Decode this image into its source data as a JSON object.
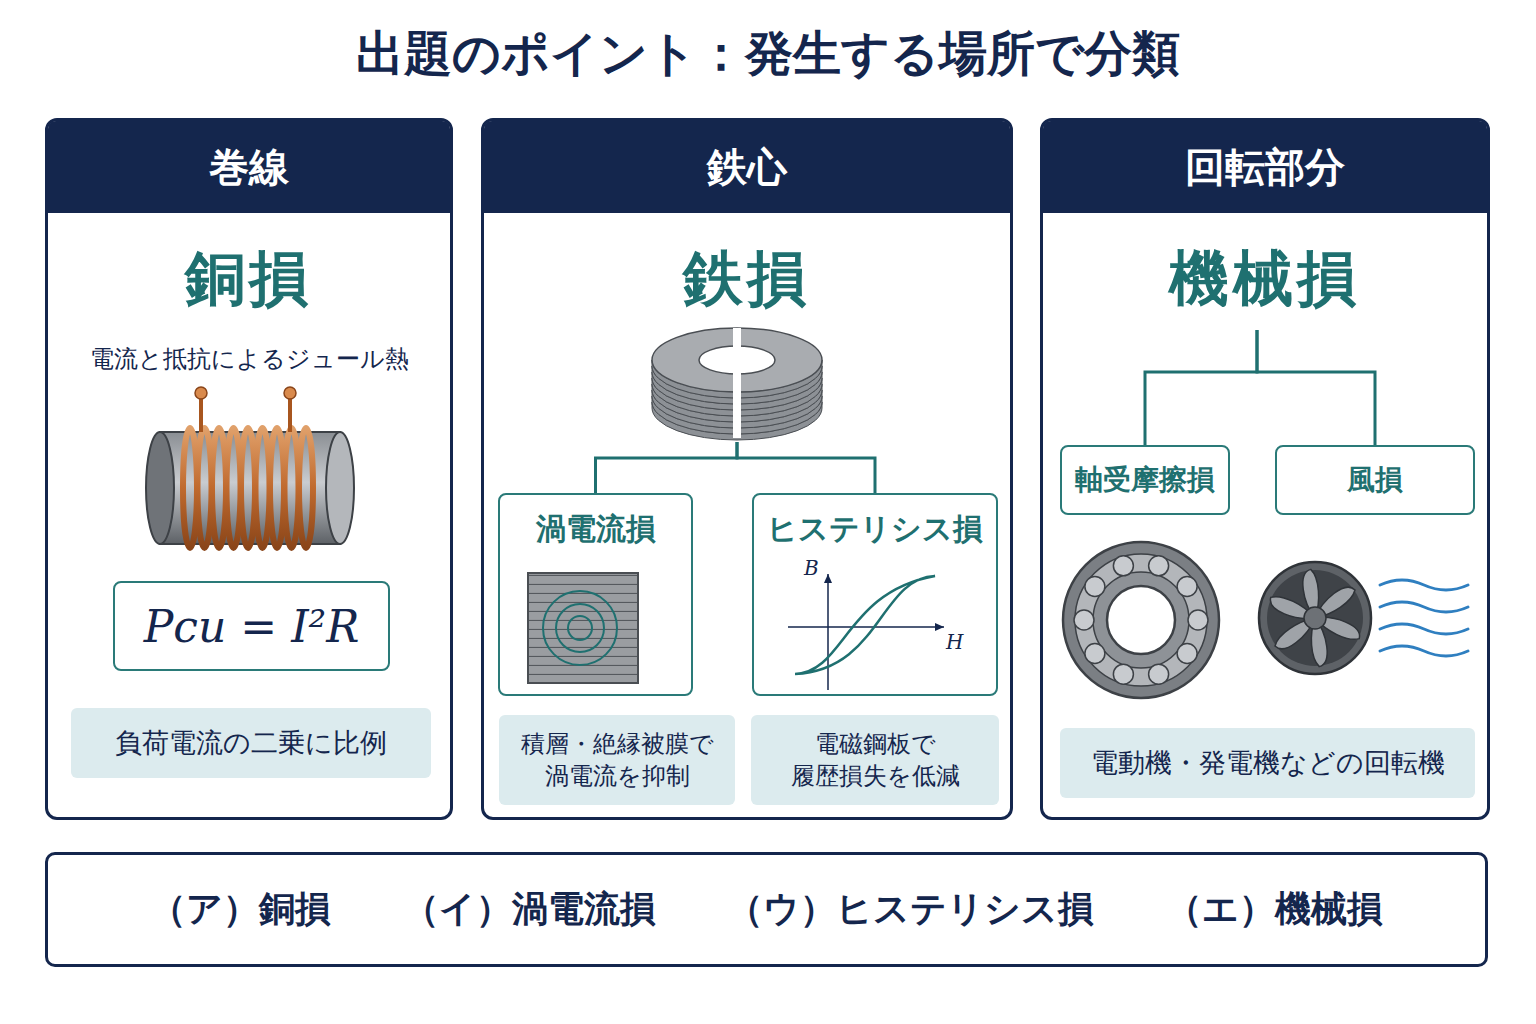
{
  "diagram": {
    "title": "出題のポイント：発生する場所で分類",
    "nodes": [
      {
        "text": [
          "巻線",
          "銅損",
          "電流と抵抗によるジュール熱"
        ]
      },
      {
        "text": [
          "Pcu = I²R"
        ],
        "in": 0
      },
      {
        "text": [
          "負荷電流の二乗に比例"
        ],
        "in": 0
      },
      {
        "text": [
          "鉄心",
          "鉄損"
        ]
      },
      {
        "text": [
          "渦電流損"
        ],
        "in": 3
      },
      {
        "text": [
          "ヒステリシス損"
        ],
        "in": 3
      },
      {
        "text": [
          "積層・絶縁被膜で 渦電流を抑制"
        ],
        "in": 3
      },
      {
        "text": [
          "電磁鋼板で 履歴損失を低減"
        ],
        "in": 3
      },
      {
        "text": [
          "回転部分",
          "機械損"
        ]
      },
      {
        "text": [
          "軸受摩擦損"
        ],
        "in": 8
      },
      {
        "text": [
          "風損"
        ],
        "in": 8
      },
      {
        "text": [
          "電動機・発電機などの回転機"
        ],
        "in": 8
      },
      {
        "text": [
          "（ア）銅損",
          "（イ）渦電流損",
          "（ウ）ヒステリシス損",
          "（エ）機械損"
        ]
      }
    ],
    "edges": [
      {
        "from": 3,
        "to": 4,
        "arrow": "none"
      },
      {
        "from": 3,
        "to": 5,
        "arrow": "none"
      },
      {
        "from": 8,
        "to": 9,
        "arrow": "none"
      },
      {
        "from": 8,
        "to": 10,
        "arrow": "none"
      }
    ],
    "labels": [
      "B",
      "H"
    ]
  }
}
